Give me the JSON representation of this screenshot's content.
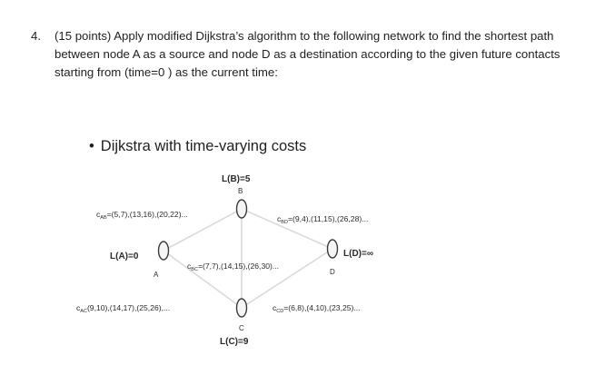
{
  "question": {
    "number": "4.",
    "text": "(15 points) Apply modified Dijkstra’s algorithm to the following network to find the shortest path between node A as a source and node D as a destination according to the given future contacts starting from (time=0 ) as the current time:"
  },
  "slide": {
    "bullet_title": "Dijkstra with time-varying costs",
    "nodes": {
      "A": {
        "name": "A",
        "label": "L(A)=0"
      },
      "B": {
        "name": "B",
        "label": "L(B)=5"
      },
      "C": {
        "name": "C",
        "label": "L(C)=9"
      },
      "D": {
        "name": "D",
        "label": "L(D)=∞"
      }
    },
    "edges": {
      "AB": {
        "sub": "AB",
        "costs": "=(5,7),(13,16),(20,22)..."
      },
      "BD": {
        "sub": "BD",
        "costs": "=(9,4),(11,15),(26,28)..."
      },
      "BC": {
        "sub": "BC",
        "costs": "=(7,7),(14,15),(26,30)..."
      },
      "AC": {
        "sub": "AC",
        "costs": "(9,10),(14,17),(25,26),..."
      },
      "CD": {
        "sub": "CD",
        "costs": "=(6,8),(4,10),(23,25)..."
      }
    },
    "edge_prefix": "c"
  },
  "colors": {
    "edge_line": "#d9d9d9",
    "node_fill": "#f5f5f5",
    "node_stroke": "#3a3a3a",
    "text": "#1f1f1f"
  }
}
